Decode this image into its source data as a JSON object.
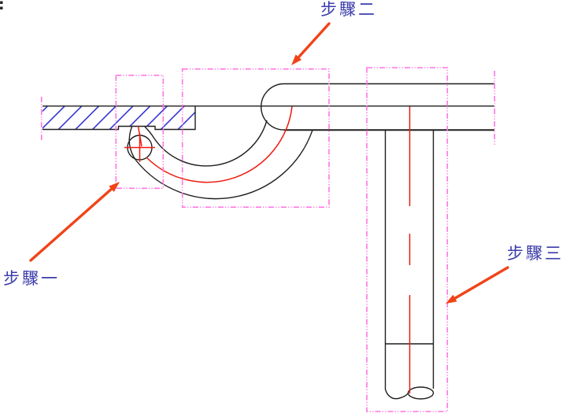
{
  "page": {
    "corner_mark": ":"
  },
  "annotations": {
    "step1": {
      "label": "步驟一"
    },
    "step2": {
      "label": "步驟二"
    },
    "step3": {
      "label": "步驟三"
    }
  },
  "drawing": {
    "parts": {
      "plate": "hatched-section-plate",
      "hook": "curved-hook-arm",
      "pin": "vertical-pin"
    },
    "selection_boxes": 3,
    "leader_arrows": 3
  },
  "colors": {
    "line": "#1e1e1e",
    "hatch": "#2e2ecf",
    "red": "#ee1c10",
    "magenta": "#ff74e2",
    "arrow": "#f04418",
    "label": "#3c3cab",
    "bg": "#ffffff"
  }
}
